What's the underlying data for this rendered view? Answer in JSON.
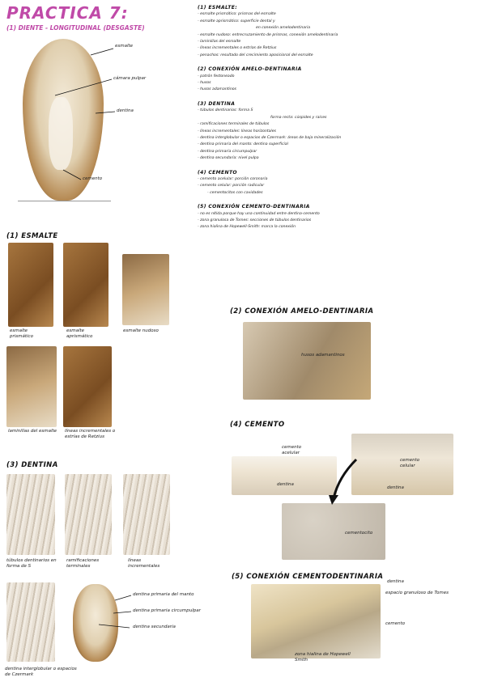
{
  "title": "PRACTICA 7:",
  "section_title": "(1) DIENTE - LONGITUDINAL (DESGASTE)",
  "tooth_labels": {
    "esmalte": "esmalte",
    "camara": "cámara pulpar",
    "dentina": "dentina",
    "cemento": "cemento"
  },
  "esmalte": {
    "heading": "(1) ESMALTE",
    "img_labels": [
      "esmalte prismático",
      "esmalte aprismático",
      "esmalte nudoso",
      "laminillas del esmalte",
      "líneas incrementales o estrías de Retzius"
    ]
  },
  "dentina": {
    "heading": "(3) DENTINA",
    "img_labels": [
      "túbulos dentinarios en forma de S",
      "ramificaciones terminales",
      "líneas incrementales",
      "dentina interglobular o espacios de Czermark"
    ],
    "tooth_labels": [
      "dentina primaria del manto",
      "dentina primaria circumpulpar",
      "dentina secundaria"
    ]
  },
  "notes": {
    "esmalte": {
      "heading": "(1) ESMALTE:",
      "items": [
        "- esmalte prismático: prismas del esmalte",
        "- esmalte aprismático: superficie dental y",
        "en conexión amelodentinaria",
        "- esmalte nudoso: entrecruzamiento de prismas, conexión amelodentinaria",
        "- laminillas del esmalte",
        "- líneas incrementales o estrías de Retzius",
        "- penachos: resultado del crecimiento aposicional del esmalte"
      ]
    },
    "conexion_ad": {
      "heading": "(2) CONEXIÓN AMELO-DENTINARIA",
      "items": [
        "- patrón festoneado",
        "- husos",
        "- husos adamantinos"
      ]
    },
    "dentina": {
      "heading": "(3) DENTINA",
      "items": [
        "- túbulos dentinarios: forma S",
        "forma recta: cúspides y raíces",
        "- ramificaciones terminales de túbulos",
        "- líneas incrementales: líneas horizontales",
        "- dentina interglobular o espacios de Czermark: áreas de baja mineralización",
        "- dentina primaria del manto: dentina superficial",
        "- dentina primaria circumpulpar",
        "- dentina secundaria: nivel pulpa"
      ]
    },
    "cemento": {
      "heading": "(4) CEMENTO",
      "items": [
        "- cemento acelular: porción coronaria",
        "- cemento celular: porción radicular",
        "- cementocitos con cavidades"
      ]
    },
    "conexion_cd": {
      "heading": "(5) CONEXIÓN CEMENTO-DENTINARIA",
      "items": [
        "- no es nítida porque hay una continuidad entre dentina-cemento",
        "- zona granulosa de Tomes: secciones de túbulos dentinarios",
        "- zona hialina de Hopewell-Smith: marca la conexión"
      ]
    }
  },
  "right_sections": {
    "conexion_ad": {
      "heading": "(2) CONEXIÓN AMELO-DENTINARIA",
      "label": "husos adamantinos"
    },
    "cemento": {
      "heading": "(4) CEMENTO",
      "labels": [
        "cemento acelular",
        "dentina",
        "cemento celular",
        "dentina",
        "cementocito"
      ]
    },
    "conexion_cd": {
      "heading": "(5) CONEXIÓN CEMENTODENTINARIA",
      "labels": [
        "dentina",
        "espacio granuloso de Tomes",
        "cemento",
        "zona hialina de Hopewell Smith"
      ]
    }
  }
}
